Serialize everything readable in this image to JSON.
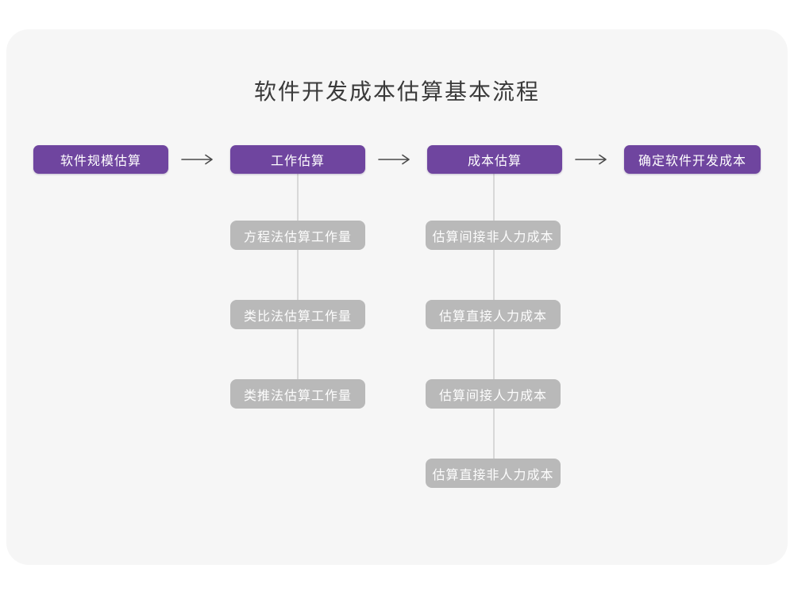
{
  "diagram": {
    "title": "软件开发成本估算基本流程",
    "stages": [
      {
        "label": "软件规模估算"
      },
      {
        "label": "工作估算"
      },
      {
        "label": "成本估算"
      },
      {
        "label": "确定软件开发成本"
      }
    ],
    "work_estimation_methods": [
      "方程法估算工作量",
      "类比法估算工作量",
      "类推法估算工作量"
    ],
    "cost_estimation_components": [
      "估算间接非人力成本",
      "估算直接人力成本",
      "估算间接人力成本",
      "估算直接非人力成本"
    ],
    "colors": {
      "stage_box_bg": "#6f459f",
      "sub_box_bg": "#b9b9b9",
      "connector_line": "#d8d8d8",
      "arrow": "#4a4a4a",
      "card_bg": "#f6f6f6",
      "title_text": "#3a3a3a",
      "box_text": "#ffffff"
    }
  }
}
